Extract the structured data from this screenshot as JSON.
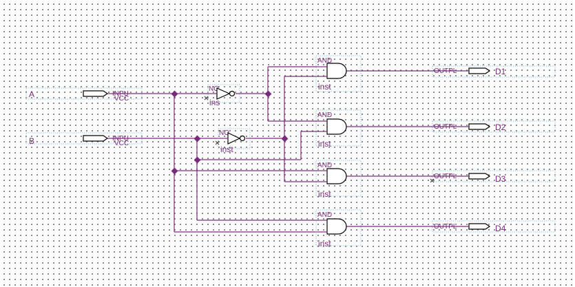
{
  "diagram": {
    "inputs": [
      {
        "name": "A",
        "type_label": "INPU",
        "sub_label": "VCC"
      },
      {
        "name": "B",
        "type_label": "INPU",
        "sub_label": "VCC"
      }
    ],
    "not_gates": [
      {
        "type_label": "NO",
        "instance_label": "ins"
      },
      {
        "type_label": "NO",
        "instance_label": "inst"
      }
    ],
    "and_gates": [
      {
        "type_label": "AND",
        "instance_label": "inst"
      },
      {
        "type_label": "AND",
        "instance_label": "inst"
      },
      {
        "type_label": "AND",
        "instance_label": "inst"
      },
      {
        "type_label": "AND",
        "instance_label": "inst"
      }
    ],
    "outputs": [
      {
        "name": "D1",
        "type_label": "OUTPL"
      },
      {
        "name": "D2",
        "type_label": "OUTPL"
      },
      {
        "name": "D3",
        "type_label": "OUTPL"
      },
      {
        "name": "D4",
        "type_label": "OUTPL"
      }
    ],
    "colors": {
      "wire": "#7a2a7a",
      "label": "#7a2a7a",
      "box": "#7fb0d6",
      "grid_dot": "#6b6b6b"
    }
  }
}
